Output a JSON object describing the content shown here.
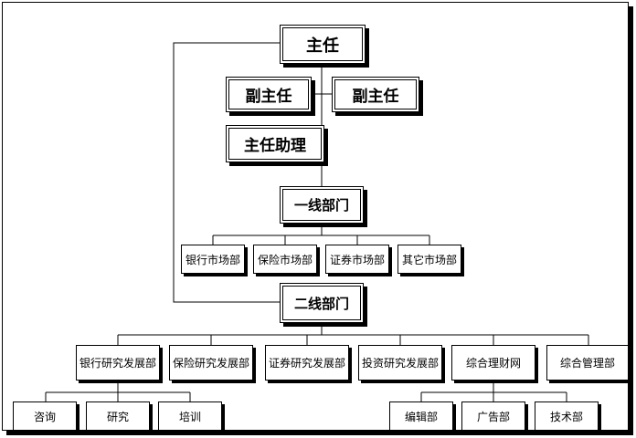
{
  "director": "主任",
  "deputy_left": "副主任",
  "deputy_right": "副主任",
  "assistant": "主任助理",
  "line_one": "一线部门",
  "line_one_units": [
    "银行市场部",
    "保险市场部",
    "证券市场部",
    "其它市场部"
  ],
  "line_two": "二线部门",
  "line_two_units": [
    "银行研究发展部",
    "保险研究发展部",
    "证券研究发展部",
    "投资研究发展部",
    "综合理财网",
    "综合管理部"
  ],
  "bank_research_subunits": [
    "咨询",
    "研究",
    "培训"
  ],
  "finance_web_subunits": [
    "编辑部",
    "广告部",
    "技术部"
  ]
}
